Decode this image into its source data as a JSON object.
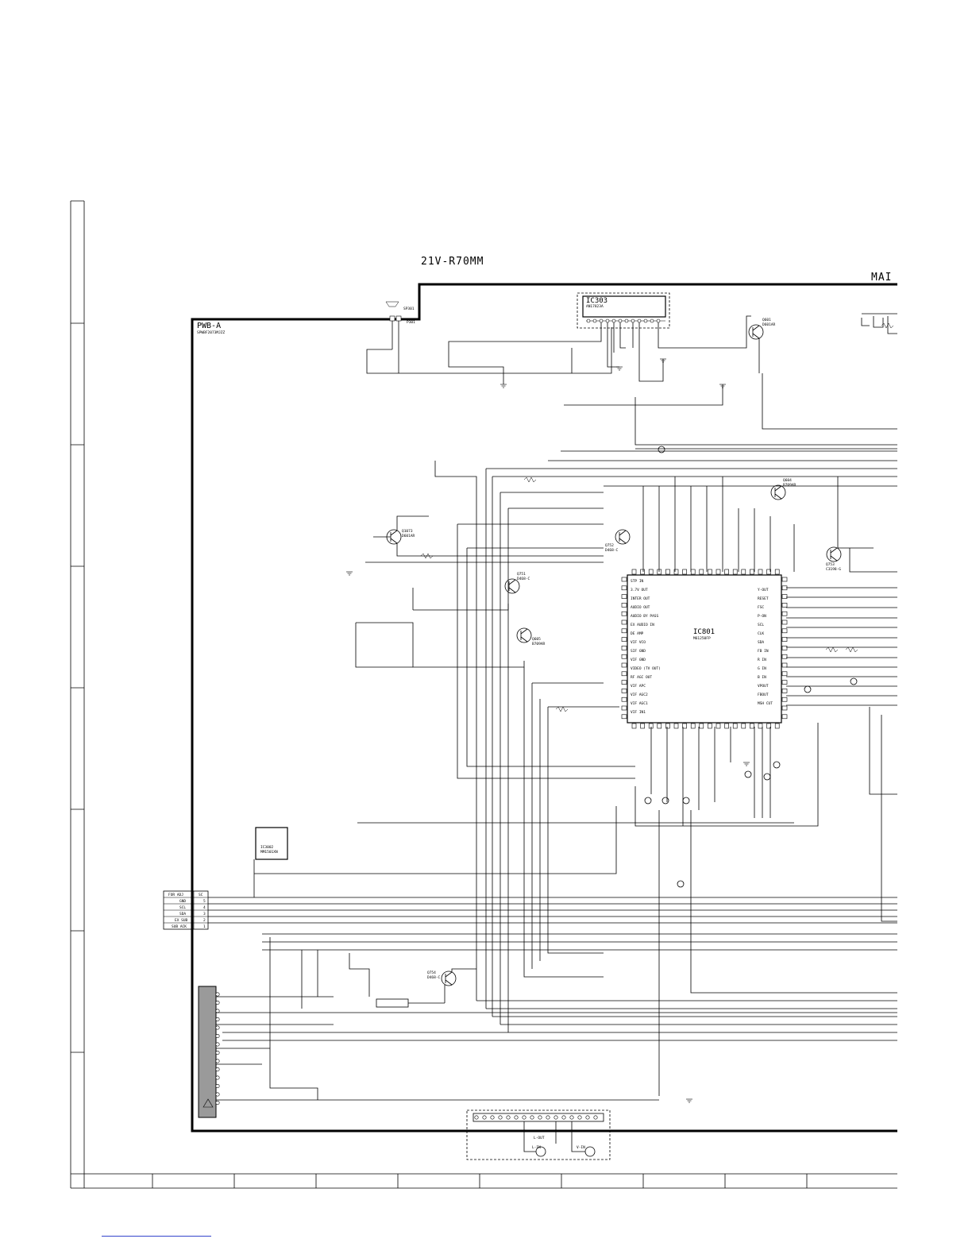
{
  "title": {
    "model": "21V-R70MM",
    "section": "MAI"
  },
  "board": {
    "name": "PWB-A",
    "part_no": "SPWBF2073MJZZ"
  },
  "ics": {
    "ic303": {
      "ref": "IC303",
      "part": "AN17823A"
    },
    "ic801": {
      "ref": "IC801",
      "part": "M61250FP"
    },
    "ic3002": {
      "ref": "IC3002",
      "part": "MM1501XN"
    }
  },
  "transistors": [
    {
      "ref": "Q601",
      "part": "D601AR"
    },
    {
      "ref": "Q604",
      "part": "B709AR"
    },
    {
      "ref": "Q753",
      "part": "C3198-G"
    },
    {
      "ref": "Q1073",
      "part": "D601AR"
    },
    {
      "ref": "Q752",
      "part": "D468-C"
    },
    {
      "ref": "Q751",
      "part": "D468-C"
    },
    {
      "ref": "Q605",
      "part": "B709AR"
    },
    {
      "ref": "Q754",
      "part": "D468-C"
    }
  ],
  "for_adj": {
    "label": "FOR ADJ",
    "col": "SC",
    "rows": [
      {
        "name": "GND",
        "pin": "5"
      },
      {
        "name": "SCL",
        "pin": "4"
      },
      {
        "name": "SDA",
        "pin": "3"
      },
      {
        "name": "EX SUB",
        "pin": "2"
      },
      {
        "name": "SUB ACK",
        "pin": "1"
      }
    ]
  },
  "connectors": {
    "speaker": "SP301",
    "p301": "P301",
    "j402_labels": [
      "L-IN",
      "V-IN"
    ],
    "l_out": "L-OUT"
  }
}
